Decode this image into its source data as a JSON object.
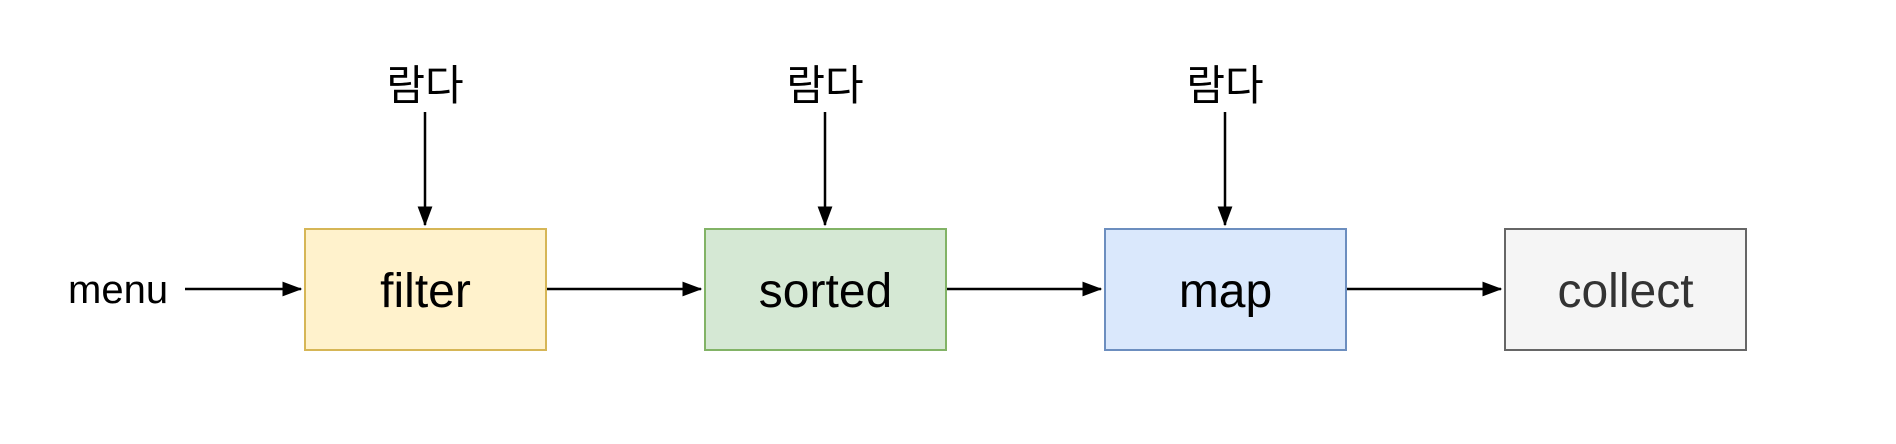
{
  "diagram": {
    "background": "#ffffff",
    "arrow_color": "#000000",
    "source_label": "menu",
    "lambda_labels": [
      "람다",
      "람다",
      "람다"
    ],
    "nodes": [
      {
        "label": "filter",
        "fill": "#fff2cc",
        "stroke": "#d6b656",
        "text_color": "#000000"
      },
      {
        "label": "sorted",
        "fill": "#d5e8d4",
        "stroke": "#82b366",
        "text_color": "#000000"
      },
      {
        "label": "map",
        "fill": "#dae8fc",
        "stroke": "#6c8ebf",
        "text_color": "#000000"
      },
      {
        "label": "collect",
        "fill": "#f5f5f5",
        "stroke": "#666666",
        "text_color": "#333333"
      }
    ],
    "edges": [
      {
        "from": "menu",
        "to": "filter"
      },
      {
        "from": "filter",
        "to": "sorted"
      },
      {
        "from": "sorted",
        "to": "map"
      },
      {
        "from": "map",
        "to": "collect"
      },
      {
        "from": "람다",
        "to": "filter"
      },
      {
        "from": "람다",
        "to": "sorted"
      },
      {
        "from": "람다",
        "to": "map"
      }
    ]
  }
}
